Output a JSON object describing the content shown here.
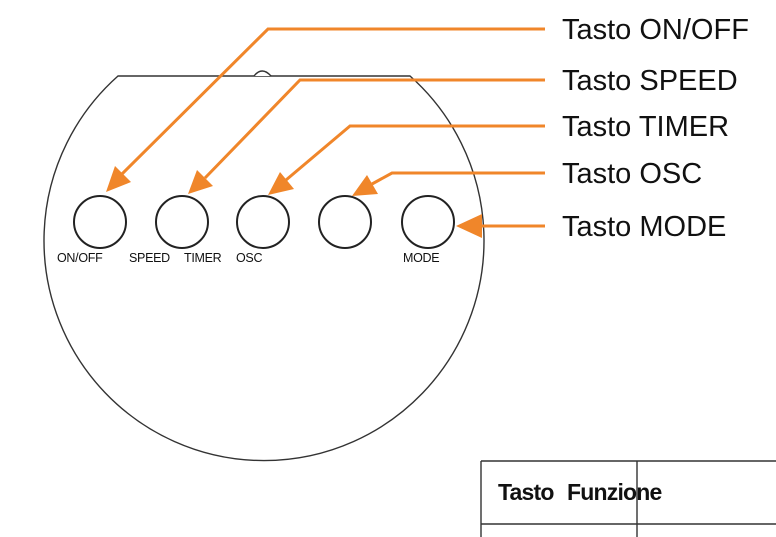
{
  "callouts": {
    "on_off": "Tasto ON/OFF",
    "speed": "Tasto SPEED",
    "timer": "Tasto TIMER",
    "osc": "Tasto OSC",
    "mode": "Tasto MODE"
  },
  "button_labels": {
    "on_off": "ON/OFF",
    "speed": "SPEED",
    "timer": "TIMER",
    "osc": "OSC",
    "mode": "MODE"
  },
  "table": {
    "col1_header": "Tasto",
    "col2_header": "Funzione"
  },
  "colors": {
    "arrow": "#f0862a",
    "outline": "#333333",
    "text": "#111111"
  }
}
